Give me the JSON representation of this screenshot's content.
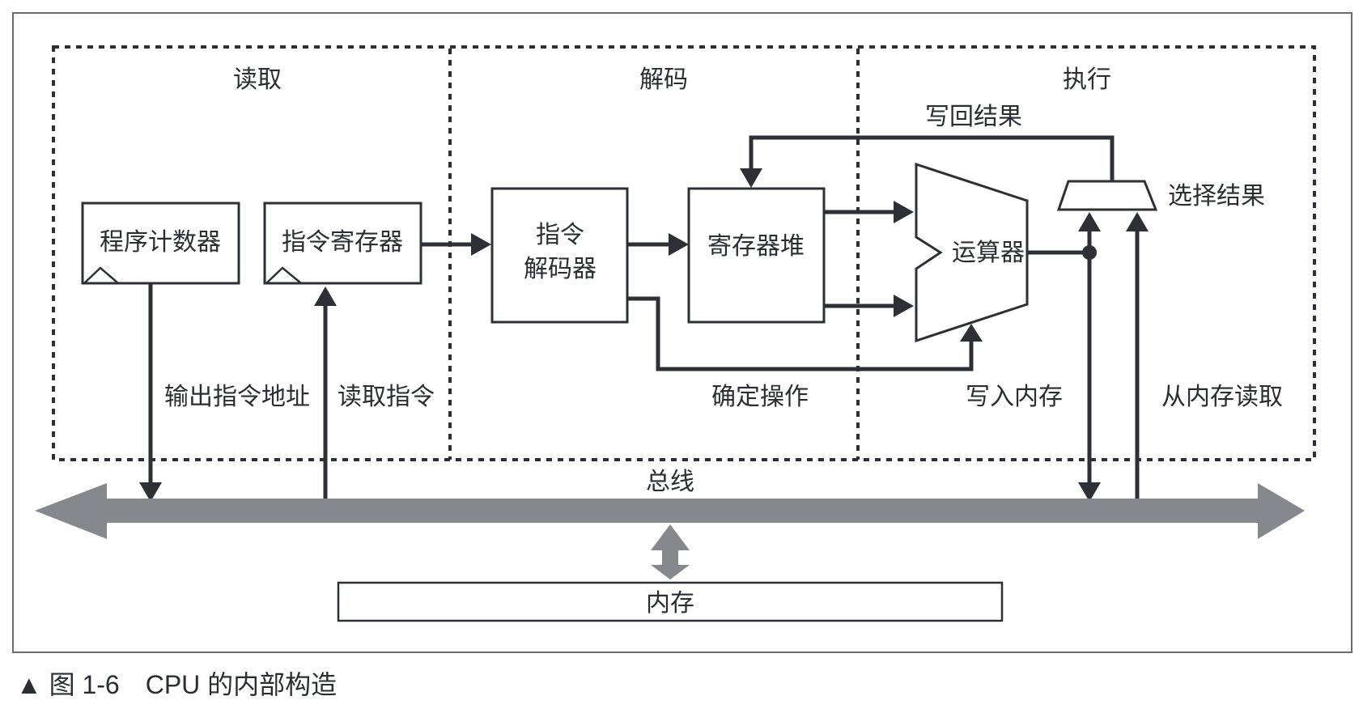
{
  "figure": {
    "caption": "▲ 图 1-6　CPU 的内部构造"
  },
  "stages": {
    "fetch": "读取",
    "decode": "解码",
    "execute": "执行"
  },
  "components": {
    "program_counter": "程序计数器",
    "instruction_register": "指令寄存器",
    "instruction_decoder_line1": "指令",
    "instruction_decoder_line2": "解码器",
    "register_file": "寄存器堆",
    "alu": "运算器",
    "memory": "内存"
  },
  "labels": {
    "write_back": "写回结果",
    "select_result": "选择结果",
    "output_address": "输出指令地址",
    "read_instruction": "读取指令",
    "determine_operation": "确定操作",
    "write_memory": "写入内存",
    "read_memory": "从内存读取",
    "bus": "总线"
  },
  "colors": {
    "line": "#2e3036",
    "bus": "#87888c",
    "frame": "#6b6c70"
  }
}
